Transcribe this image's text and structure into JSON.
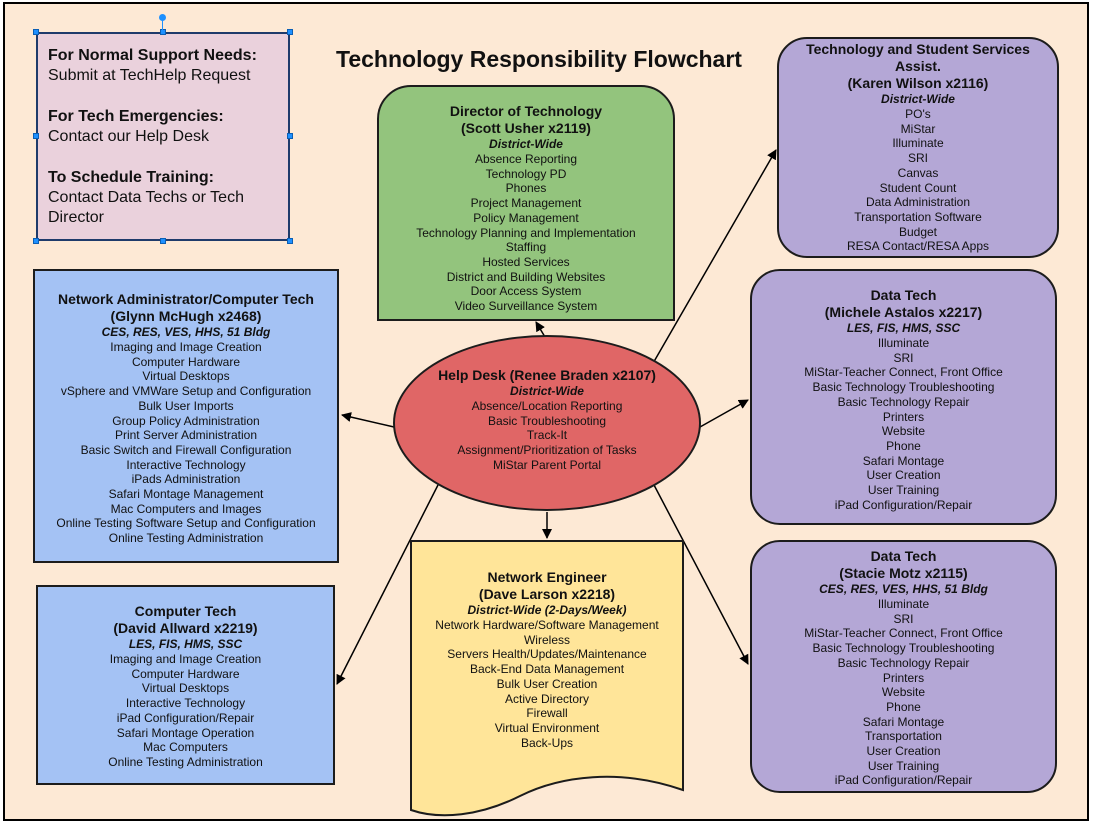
{
  "title": "Technology Responsibility Flowchart",
  "support": {
    "groups": [
      {
        "heading": "For Normal Support Needs:",
        "text": "Submit at TechHelp Request"
      },
      {
        "heading": "For Tech Emergencies:",
        "text": "Contact our Help Desk"
      },
      {
        "heading": "To Schedule Training:",
        "text": "Contact Data Techs or Tech Director"
      }
    ]
  },
  "director": {
    "title": "Director of Technology",
    "name": "(Scott Usher x2119)",
    "scope": "District-Wide",
    "items": [
      "Absence Reporting",
      "Technology PD",
      "Phones",
      "Project Management",
      "Policy Management",
      "Technology Planning and Implementation",
      "Staffing",
      "Hosted Services",
      "District and Building Websites",
      "Door Access System",
      "Video Surveillance System"
    ]
  },
  "student_services": {
    "title": "Technology and Student Services Assist.",
    "name": "(Karen Wilson x2116)",
    "scope": "District-Wide",
    "items": [
      "PO's",
      "MiStar",
      "Illuminate",
      "SRI",
      "Canvas",
      "Student Count",
      "Data Administration",
      "Transportation Software",
      "Budget",
      "RESA Contact/RESA Apps"
    ]
  },
  "network_admin": {
    "title": "Network Administrator/Computer Tech",
    "name": "(Glynn McHugh x2468)",
    "scope": "CES, RES, VES, HHS, 51 Bldg",
    "items": [
      "Imaging and Image Creation",
      "Computer Hardware",
      "Virtual Desktops",
      "vSphere and VMWare Setup and Configuration",
      "Bulk User Imports",
      "Group Policy Administration",
      "Print Server Administration",
      "Basic Switch and Firewall Configuration",
      "Interactive Technology",
      "iPads Administration",
      "Safari Montage Management",
      "Mac Computers and Images",
      "Online Testing Software Setup and Configuration",
      "Online Testing Administration"
    ]
  },
  "help_desk": {
    "title": "Help Desk (Renee Braden x2107)",
    "scope": "District-Wide",
    "items": [
      "Absence/Location Reporting",
      "Basic Troubleshooting",
      "Track-It",
      "Assignment/Prioritization of Tasks",
      "MiStar Parent Portal"
    ]
  },
  "data_tech_1": {
    "title": "Data Tech",
    "name": "(Michele Astalos x2217)",
    "scope": "LES, FIS, HMS, SSC",
    "items": [
      "Illuminate",
      "SRI",
      "MiStar-Teacher Connect, Front Office",
      "Basic Technology Troubleshooting",
      "Basic Technology Repair",
      "Printers",
      "Website",
      "Phone",
      "Safari Montage",
      "User Creation",
      "User Training",
      "iPad Configuration/Repair"
    ]
  },
  "computer_tech": {
    "title": "Computer Tech",
    "name": "(David Allward x2219)",
    "scope": "LES, FIS, HMS, SSC",
    "items": [
      "Imaging and Image Creation",
      "Computer Hardware",
      "Virtual Desktops",
      "Interactive Technology",
      "iPad Configuration/Repair",
      "Safari Montage Operation",
      "Mac Computers",
      "Online Testing Administration"
    ]
  },
  "network_engineer": {
    "title": "Network Engineer",
    "name": "(Dave Larson x2218)",
    "scope": "District-Wide (2-Days/Week)",
    "items": [
      "Network Hardware/Software Management",
      "Wireless",
      "Servers Health/Updates/Maintenance",
      "Back-End Data Management",
      "Bulk User Creation",
      "Active Directory",
      "Firewall",
      "Virtual Environment",
      "Back-Ups"
    ]
  },
  "data_tech_2": {
    "title": "Data Tech",
    "name": "(Stacie Motz x2115)",
    "scope": "CES, RES, VES, HHS, 51 Bldg",
    "items": [
      "Illuminate",
      "SRI",
      "MiStar-Teacher Connect, Front Office",
      "Basic Technology Troubleshooting",
      "Basic Technology Repair",
      "Printers",
      "Website",
      "Phone",
      "Safari Montage",
      "Transportation",
      "User Creation",
      "User Training",
      "iPad Configuration/Repair"
    ]
  },
  "colors": {
    "background": "#fde9d5",
    "director": "#93c47d",
    "help_desk": "#e06666",
    "purple": "#b4a7d6",
    "blue": "#a4c2f4",
    "yellow": "#ffe599",
    "support": "#ead1dc"
  }
}
